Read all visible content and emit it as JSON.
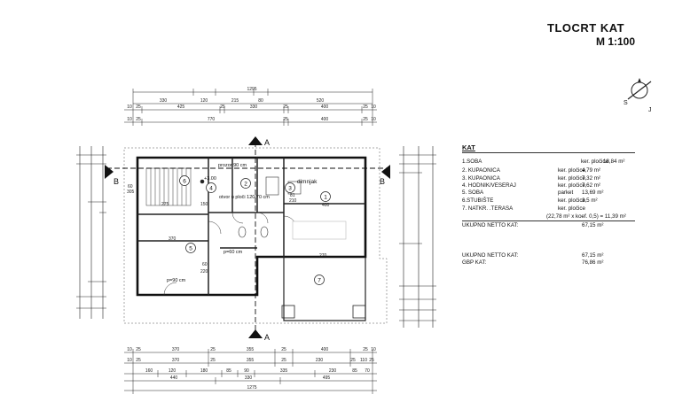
{
  "header": {
    "title": "TLOCRT  KAT",
    "scale": "M 1:100"
  },
  "dims_top": {
    "overall": "1295",
    "row1": [
      "330",
      "120",
      "215",
      "80",
      "520"
    ],
    "row2": [
      "10",
      "25",
      "425",
      "25",
      "330",
      "25",
      "400",
      "25",
      "10"
    ],
    "row3": [
      "10",
      "25",
      "770",
      "25",
      "400",
      "25",
      "10"
    ]
  },
  "dims_bottom": {
    "row1": [
      "10",
      "25",
      "370",
      "25",
      "355",
      "25",
      "400",
      "25",
      "10"
    ],
    "row2": [
      "10",
      "25",
      "370",
      "25",
      "355",
      "25",
      "230",
      "25",
      "110",
      "25"
    ],
    "row3": [
      "160",
      "120",
      "180",
      "85",
      "90",
      "335",
      "230",
      "85",
      "70"
    ],
    "row4": [
      "440",
      "330",
      "495"
    ],
    "overall": "1275"
  },
  "plan_labels": {
    "section_top": "A",
    "section_bottom": "A",
    "section_left": "B",
    "section_right": "B",
    "chimney": "dimnjak",
    "window_top": "prozor 90 cm",
    "level": "+3.00",
    "room_numbers": [
      "1",
      "2",
      "3",
      "4",
      "5",
      "6",
      "7"
    ],
    "slab_hole": "otvor u ploči\n120/70 cm",
    "door1": "p=90 cm",
    "door2": "p=60 cm",
    "misc_dims": [
      "60",
      "305",
      "275",
      "150",
      "370",
      "220",
      "60",
      "270",
      "400",
      "210",
      "81"
    ]
  },
  "legend": {
    "heading": "KAT",
    "rows": [
      {
        "name": "1.SOBA",
        "floor": "ker. pločice",
        "area": "18,84 m²"
      },
      {
        "name": "2. KUPAONICA",
        "floor": "ker. pločice",
        "area": "4,79 m²"
      },
      {
        "name": "3. KUPAONICA",
        "floor": "ker. pločice",
        "area": "7,32 m²"
      },
      {
        "name": "4. HODNIK/VESERAJ",
        "floor": "ker. pločice",
        "area": "7,62 m²"
      },
      {
        "name": "5. SOBA",
        "floor": "parket",
        "area": "13,69 m²"
      },
      {
        "name": "6.STUBIŠTE",
        "floor": "ker. pločice",
        "area": "3,5 m²"
      },
      {
        "name": "7. NATKR. .TERASA",
        "floor": "ker. pločice",
        "area": ""
      }
    ],
    "terrace_calc": "(22,78 m² x koef. 0,5) = 11,39 m²",
    "net_total_label": "UKUPNO NETTO KAT:",
    "net_total_value": "67,15 m²",
    "net_total2_label": "UKUPNO NETTO  KAT:",
    "net_total2_value": "67,15 m²",
    "gbp_label": "GBP KAT:",
    "gbp_value": "76,86 m²"
  },
  "compass": {
    "letters": [
      "S",
      "J"
    ]
  }
}
